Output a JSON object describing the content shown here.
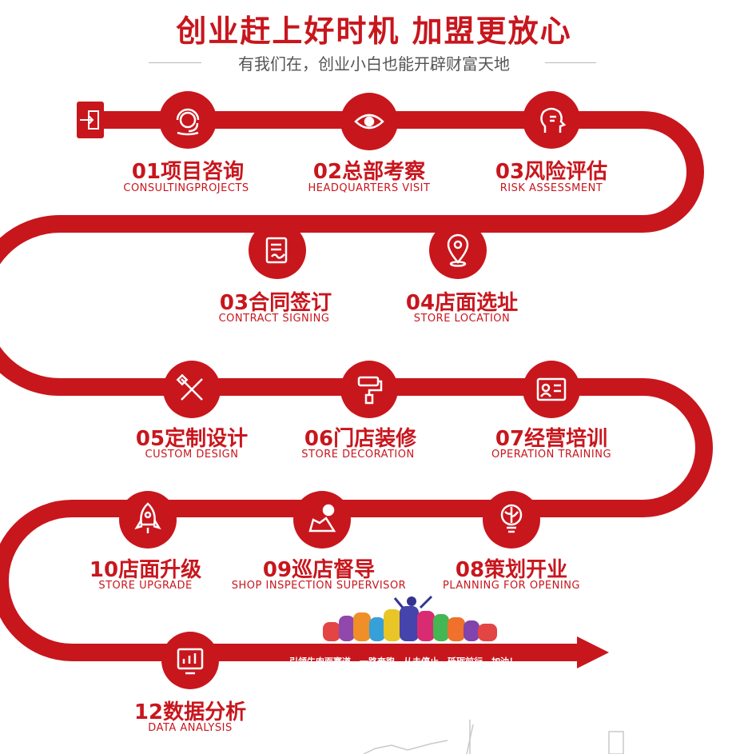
{
  "header": {
    "title": "创业赶上好时机 加盟更放心",
    "subtitle": "有我们在，创业小白也能开辟财富天地"
  },
  "steps": [
    {
      "title": "01项目咨询",
      "subtitle": "CONSULTINGPROJECTS",
      "icon": "headset-person-icon"
    },
    {
      "title": "02总部考察",
      "subtitle": "HEADQUARTERS VISIT",
      "icon": "eye-icon"
    },
    {
      "title": "03风险评估",
      "subtitle": "RISK ASSESSMENT",
      "icon": "thinking-head-icon"
    },
    {
      "title": "03合同签订",
      "subtitle": "CONTRACT SIGNING",
      "icon": "contract-signature-icon"
    },
    {
      "title": "04店面选址",
      "subtitle": "STORE LOCATION",
      "icon": "location-pin-icon"
    },
    {
      "title": "05定制设计",
      "subtitle": "CUSTOM DESIGN",
      "icon": "design-tools-icon"
    },
    {
      "title": "06门店装修",
      "subtitle": "STORE DECORATION",
      "icon": "paint-roller-icon"
    },
    {
      "title": "07经营培训",
      "subtitle": "OPERATION TRAINING",
      "icon": "id-card-icon"
    },
    {
      "title": "08策划开业",
      "subtitle": "PLANNING FOR OPENING",
      "icon": "brain-bulb-icon"
    },
    {
      "title": "09巡店督导",
      "subtitle": "SHOP INSPECTION SUPERVISOR",
      "icon": "map-pin-icon"
    },
    {
      "title": "10店面升级",
      "subtitle": "STORE UPGRADE",
      "icon": "rocket-icon"
    },
    {
      "title": "12数据分析",
      "subtitle": "DATA ANALYSIS",
      "icon": "chart-screen-icon"
    }
  ],
  "slogan": "引领牛肉面赛道，一路奔跑，从未停止，砥砺前行，加油！",
  "colors": {
    "road": "#c8161d",
    "text_red": "#c8161d",
    "subtitle_gray": "#555555"
  }
}
